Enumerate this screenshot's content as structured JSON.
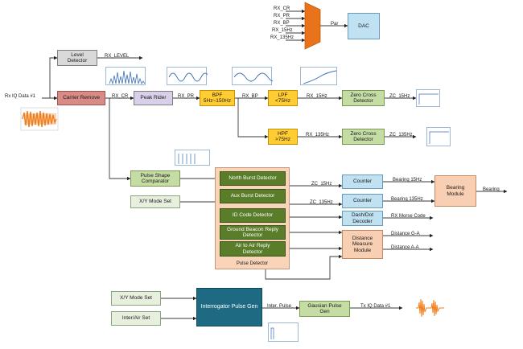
{
  "blocks": {
    "dac": "DAC",
    "level_detector": "Level\nDetector",
    "carrier_remove": "Carrier Remove",
    "peak_rider": "Peak Rider",
    "bpf": "BPF\n5Hz~150Hz",
    "lpf": "LPF\n<75Hz",
    "hpf": "HPF\n>75Hz",
    "zero_cross_15": "Zero Cross\nDetector",
    "zero_cross_135": "Zero Cross\nDetector",
    "pulse_shape": "Pulse Shape\nComparator",
    "xy_mode_set_top": "X/Y Mode Set",
    "north_burst": "North Burst Detector",
    "aux_burst": "Aux Burst Detector",
    "id_code": "ID Code Detector",
    "ground_beacon": "Ground Beacon Reply\nDetector",
    "air_to_air": "Air to Air Reply\nDetector",
    "pulse_detector": "Pulse Detector",
    "counter_15": "Counter",
    "counter_135": "Counter",
    "dash_dot": "Dash/Dot\nDecoder",
    "distance_measure": "Distance\nMeasure\nModule",
    "bearing_module": "Bearing\nModule",
    "xy_mode_set_bottom": "X/Y Mode Set",
    "inter_air_set": "Inter/Air Set",
    "interrogator": "Interrogator Pulse Gen",
    "gaussian": "Gausian Pulse\nGen"
  },
  "signals": {
    "rx_cr_top": "RX_CR",
    "rx_pr_top": "RX_PR",
    "rx_bp_top": "RX_BP",
    "rx_15hz_top": "RX_15Hz",
    "rx_135hz_top": "RX_135Hz",
    "par": "Par",
    "rx_level": "RX_LEVEL",
    "rx_iq": "Rx IQ Data #1",
    "rx_cr": "RX_CR",
    "rx_pr": "RX_PR",
    "rx_bp": "RX_BP",
    "rx_15hz": "RX_15Hz",
    "rx_135hz": "RX_135Hz",
    "zc_15hz_out": "ZC_15Hz",
    "zc_135hz_out": "ZC_135Hz",
    "zc_15hz_in": "ZC_15Hz",
    "zc_135hz_in": "ZC_135Hz",
    "bearing_15": "Bearing 15Hz",
    "bearing_135": "Bearing 135Hz",
    "bearing": "Bearing",
    "rx_morse": "RX Morse Code",
    "distance_g": "Distance G-A",
    "distance_a": "Distance A-A",
    "inter_pulse": "Inter. Pulse",
    "tx_iq": "Tx IQ Data #1"
  },
  "colors": {
    "line": "#3a3a3a",
    "mux": "#e8731a",
    "wave_orange": "#f07f1e",
    "wave_blue": "#3b6fb6"
  }
}
